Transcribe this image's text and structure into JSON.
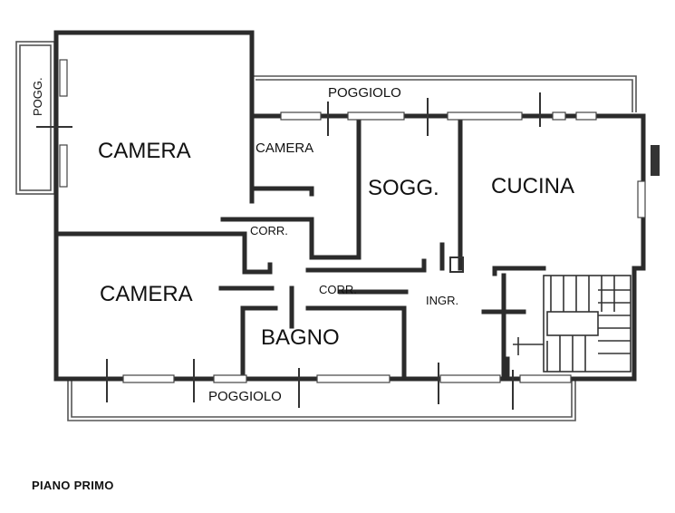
{
  "floor_title": "PIANO PRIMO",
  "rooms": {
    "camera_top_left": "CAMERA",
    "camera_small": "CAMERA",
    "soggiorno": "SOGG.",
    "cucina": "CUCINA",
    "camera_bottom_left": "CAMERA",
    "bagno": "BAGNO",
    "corr_upper": "CORR.",
    "corr_lower": "CORR.",
    "ingresso": "INGR."
  },
  "balconies": {
    "top": "POGGIOLO",
    "bottom": "POGGIOLO",
    "left": "POGG."
  }
}
